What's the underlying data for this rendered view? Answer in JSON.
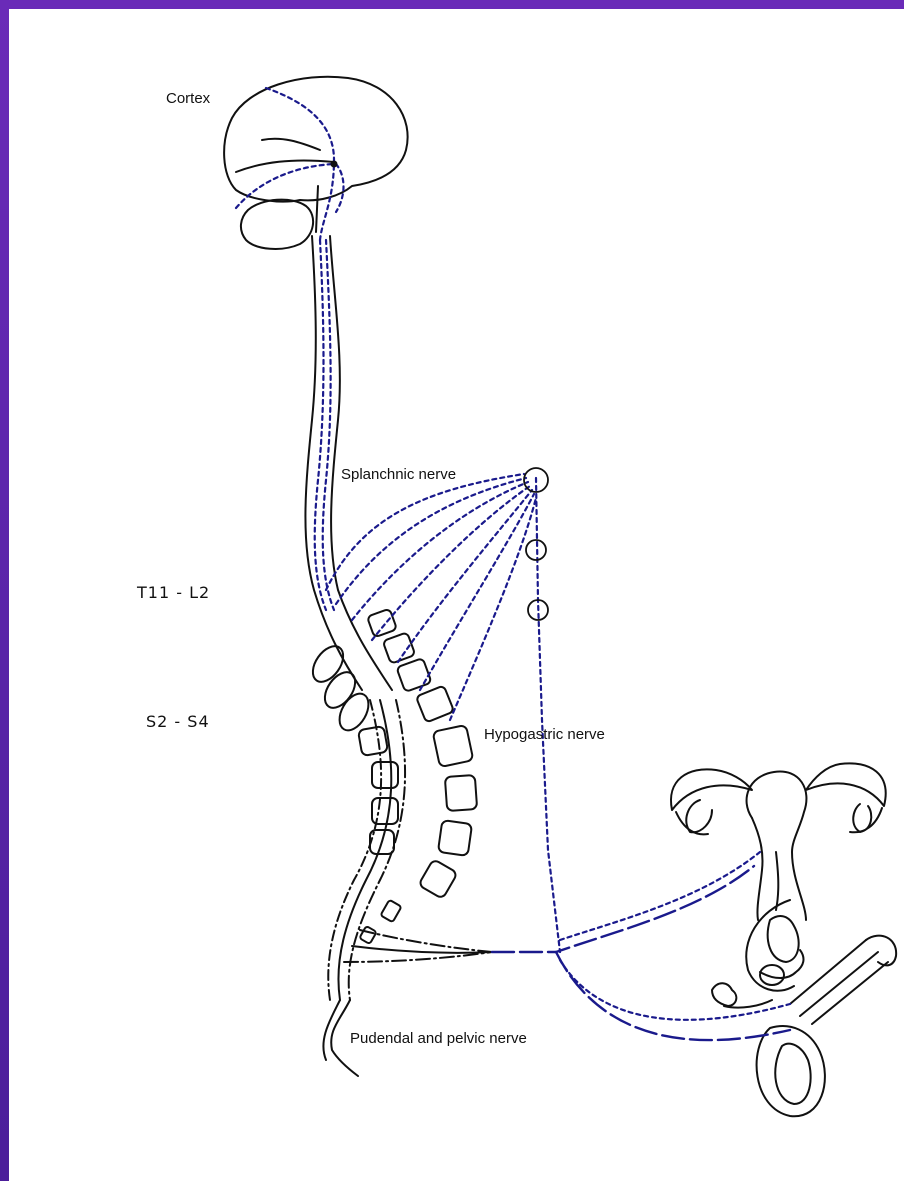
{
  "labels": {
    "cortex": "Cortex",
    "splanchnic": "Splanchnic nerve",
    "t11_l2": "T11 - L2",
    "s2_s4": "S2 - S4",
    "hypogastric": "Hypogastric nerve",
    "pudendal": "Pudendal and pelvic nerve"
  },
  "colors": {
    "frame": "#5a24a8",
    "ink": "#111111",
    "nerve": "#1a1a8c"
  }
}
